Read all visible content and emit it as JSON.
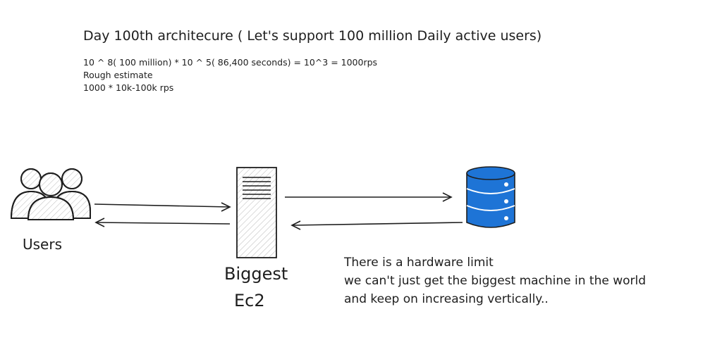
{
  "title": "Day 100th architecure ( Let's support 100 million Daily active users)",
  "estimate_lines": [
    "10 ^ 8( 100 million) * 10 ^ 5( 86,400 seconds) = 10^3 = 1000rps",
    "Rough estimate",
    "1000 * 10k-100k rps"
  ],
  "nodes": {
    "users": {
      "label": "Users",
      "icon": "users-icon"
    },
    "server": {
      "label_lines": [
        "Biggest",
        "Ec2"
      ],
      "icon": "server-icon"
    },
    "database": {
      "icon": "database-icon",
      "color": "#1e74d6"
    }
  },
  "note_lines": [
    "There is a hardware limit",
    "we can't just get the biggest machine in the world",
    "and keep on increasing vertically.."
  ]
}
